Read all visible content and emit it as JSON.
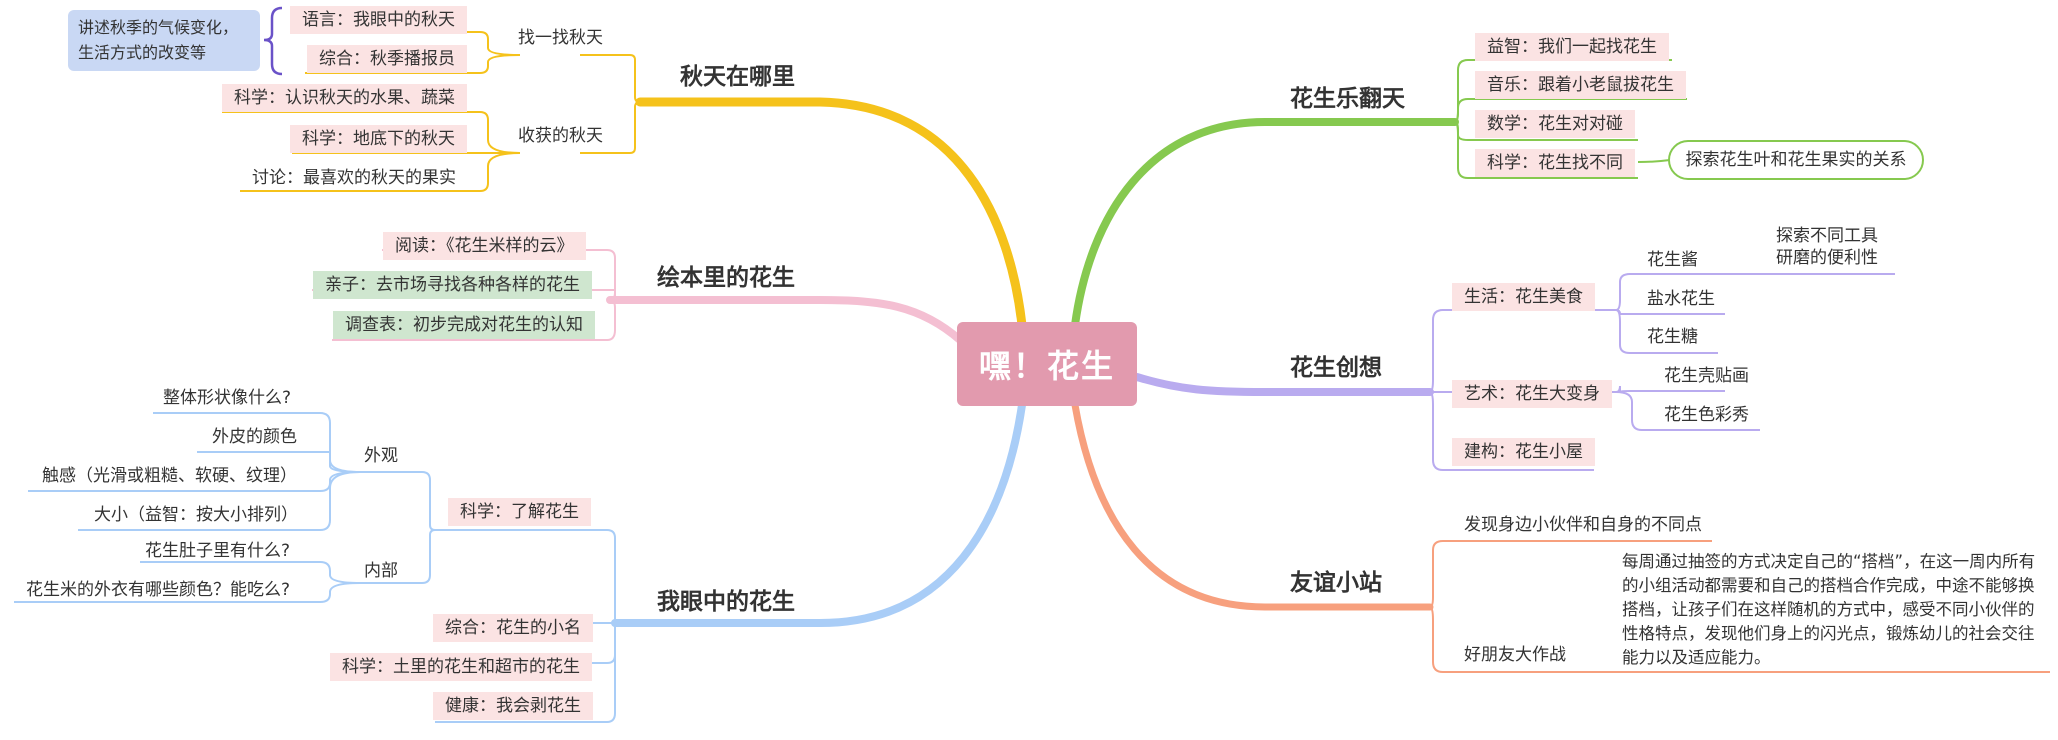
{
  "center": "嘿！花生",
  "autumn": {
    "title": "秋天在哪里",
    "note": "讲述秋季的气候变化，生活方式的改变等",
    "find": {
      "label": "找一找秋天",
      "items": [
        "语言：我眼中的秋天",
        "综合：秋季播报员"
      ]
    },
    "harvest": {
      "label": "收获的秋天",
      "items": [
        "科学：认识秋天的水果、蔬菜",
        "科学：地底下的秋天",
        "讨论：最喜欢的秋天的果实"
      ]
    }
  },
  "picturebook": {
    "title": "绘本里的花生",
    "items": [
      "阅读：《花生米样的云》",
      "亲子：去市场寻找各种各样的花生",
      "调查表：初步完成对花生的认知"
    ]
  },
  "myeyes": {
    "title": "我眼中的花生",
    "science": "科学：了解花生",
    "appearance": {
      "label": "外观",
      "items": [
        "整体形状像什么?",
        "外皮的颜色",
        "触感（光滑或粗糙、软硬、纹理）",
        "大小（益智：按大小排列）"
      ]
    },
    "inside": {
      "label": "内部",
      "items": [
        "花生肚子里有什么?",
        "花生米的外衣有哪些颜色？能吃么?"
      ]
    },
    "others": [
      "综合：花生的小名",
      "科学：土里的花生和超市的花生",
      "健康：我会剥花生"
    ]
  },
  "fun": {
    "title": "花生乐翻天",
    "items": [
      "益智：我们一起找花生",
      "音乐：跟着小老鼠拔花生",
      "数学：花生对对碰",
      "科学：花生找不同"
    ],
    "callout": "探索花生叶和花生果实的关系"
  },
  "creative": {
    "title": "花生创想",
    "life": {
      "label": "生活：花生美食",
      "items": [
        "花生酱",
        "盐水花生",
        "花生糖"
      ],
      "jam_note": "探索不同工具研磨的便利性"
    },
    "art": {
      "label": "艺术：花生大变身",
      "items": [
        "花生壳贴画",
        "花生色彩秀"
      ]
    },
    "build": "建构：花生小屋"
  },
  "friendship": {
    "title": "友谊小站",
    "items": [
      "发现身边小伙伴和自身的不同点",
      "好朋友大作战"
    ],
    "paragraph": "每周通过抽签的方式决定自己的“搭档”，在这一周内所有的小组活动都需要和自己的搭档合作完成，中途不能够换搭档，让孩子们在这样随机的方式中，感受不同小伙伴的性格特点，发现他们身上的闪光点，锻炼幼儿的社会交往能力以及适应能力。"
  },
  "colors": {
    "autumn": "#f5c21b",
    "picturebook": "#f4bfd2",
    "myeyes": "#a9cdf7",
    "fun": "#86c94f",
    "creative": "#b9abef",
    "friendship": "#f7a07e",
    "center": "#e29aae"
  }
}
